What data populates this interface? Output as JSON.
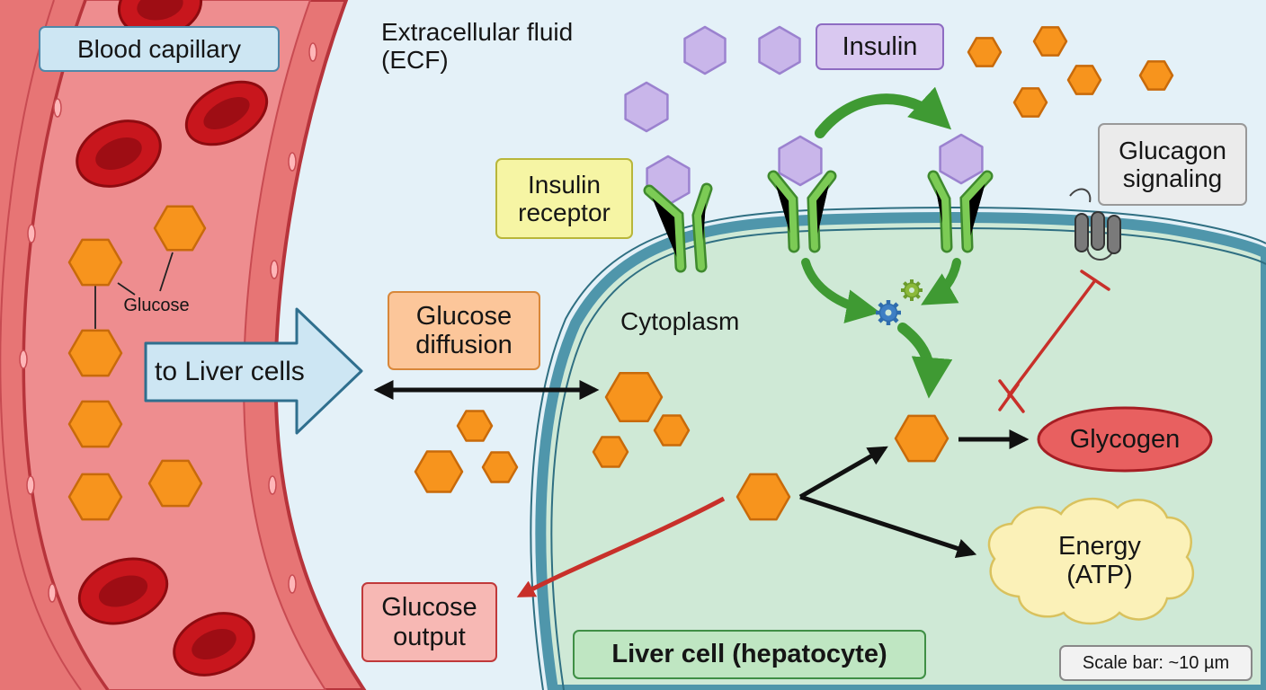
{
  "labels": {
    "blood_capillary": "Blood capillary",
    "ecf": "Extracellular fluid\n(ECF)",
    "insulin": "Insulin",
    "insulin_receptor": "Insulin\nreceptor",
    "glucagon_signaling": "Glucagon\nsignaling",
    "glucose_small": "Glucose",
    "to_liver_cells": "to Liver cells",
    "glucose_diffusion": "Glucose\ndiffusion",
    "cytoplasm": "Cytoplasm",
    "glycogen": "Glycogen",
    "energy": "Energy\n(ATP)",
    "glucose_output": "Glucose\noutput",
    "liver_cell": "Liver cell (hepatocyte)",
    "scale_bar": "Scale bar: ~10 µm"
  },
  "colors": {
    "blood_vessel": "#e86b6b",
    "red_blood_cell": "#c8161d",
    "glucose": "#f7941d",
    "insulin": "#c9b6ea",
    "receptor": "#6cbf4a",
    "cell_membrane": "#4f96ab",
    "cytoplasm": "#cfe9d6",
    "glycogen": "#e86060",
    "energy": "#fbf1b8",
    "glucagon_inhibition": "#c8302a",
    "background": "#e4f1f8"
  }
}
